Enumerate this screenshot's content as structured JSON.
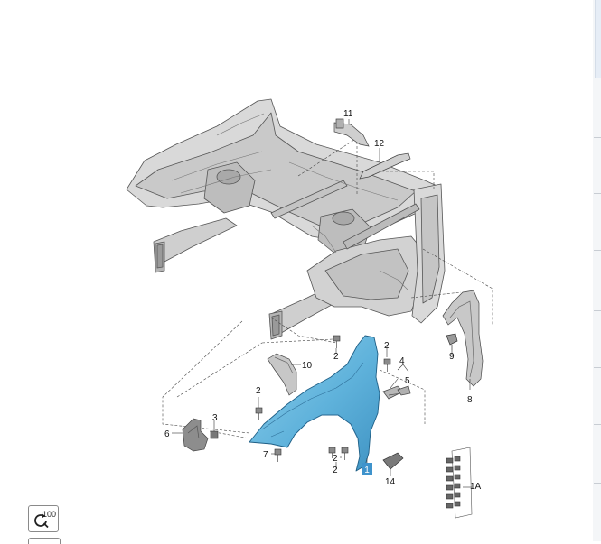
{
  "diagram": {
    "callouts": {
      "c1": "1",
      "c1a": "1A",
      "c2a": "2",
      "c2b": "2",
      "c2c": "2",
      "c2d": "2",
      "c2e": "2",
      "c3": "3",
      "c4": "4",
      "c5": "5",
      "c6": "6",
      "c7": "7",
      "c8": "8",
      "c9": "9",
      "c10": "10",
      "c11": "11",
      "c12": "12",
      "c14": "14"
    },
    "highlight_color": "#6ab8dc",
    "label_highlight_color": "#3f93cc"
  },
  "controls": {
    "zoom_label": "100",
    "zoom_icon": "zoom-reset-icon"
  }
}
